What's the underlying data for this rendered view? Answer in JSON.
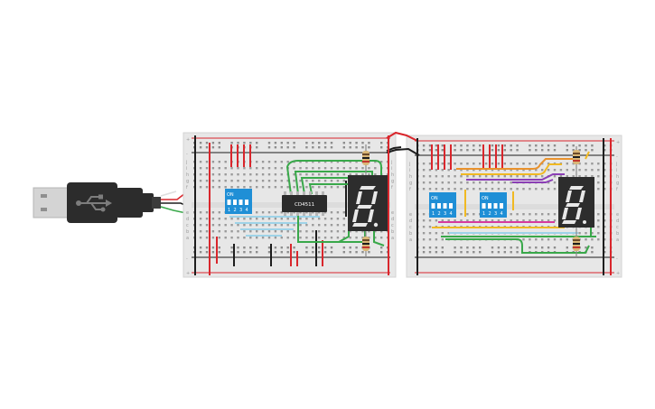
{
  "chip": {
    "part": "CD4511"
  },
  "dip_switches": {
    "on_label": "ON",
    "positions": [
      "1",
      "2",
      "3",
      "4"
    ]
  },
  "breadboard": {
    "row_letters": [
      "j",
      "i",
      "h",
      "g",
      "f",
      "e",
      "d",
      "c",
      "b",
      "a"
    ],
    "rail_plus": "+",
    "rail_minus": "-"
  },
  "display": {
    "digit": "8"
  },
  "colors": {
    "board": "#e7e7e7",
    "rail_red": "#d9262c",
    "rail_black": "#1d1d1d",
    "dip_blue": "#1f8fd6",
    "chip": "#2b2b2b",
    "display": "#2d2d2d",
    "wire_green": "#39a84a",
    "wire_light_blue": "#9ed3e8",
    "wire_yellow": "#f0b923",
    "wire_orange": "#e9922d",
    "wire_purple": "#8b3fb5",
    "wire_pink": "#d63a9e",
    "usb_plug": "#2c2c2c",
    "usb_metal": "#c8c8c8"
  },
  "icons": [
    "usb-plug-icon",
    "usb-trident-icon"
  ]
}
